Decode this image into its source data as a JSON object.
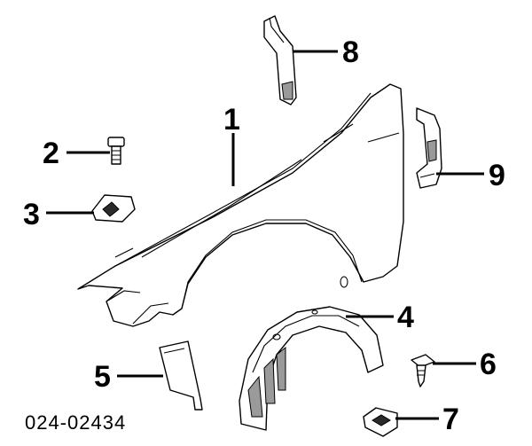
{
  "diagram": {
    "part_number": "024-02434",
    "callouts": [
      {
        "id": "1",
        "label": "1"
      },
      {
        "id": "2",
        "label": "2"
      },
      {
        "id": "3",
        "label": "3"
      },
      {
        "id": "4",
        "label": "4"
      },
      {
        "id": "5",
        "label": "5"
      },
      {
        "id": "6",
        "label": "6"
      },
      {
        "id": "7",
        "label": "7"
      },
      {
        "id": "8",
        "label": "8"
      },
      {
        "id": "9",
        "label": "9"
      }
    ],
    "colors": {
      "line": "#000000",
      "shade": "#9a9a9a",
      "background": "#ffffff"
    }
  }
}
